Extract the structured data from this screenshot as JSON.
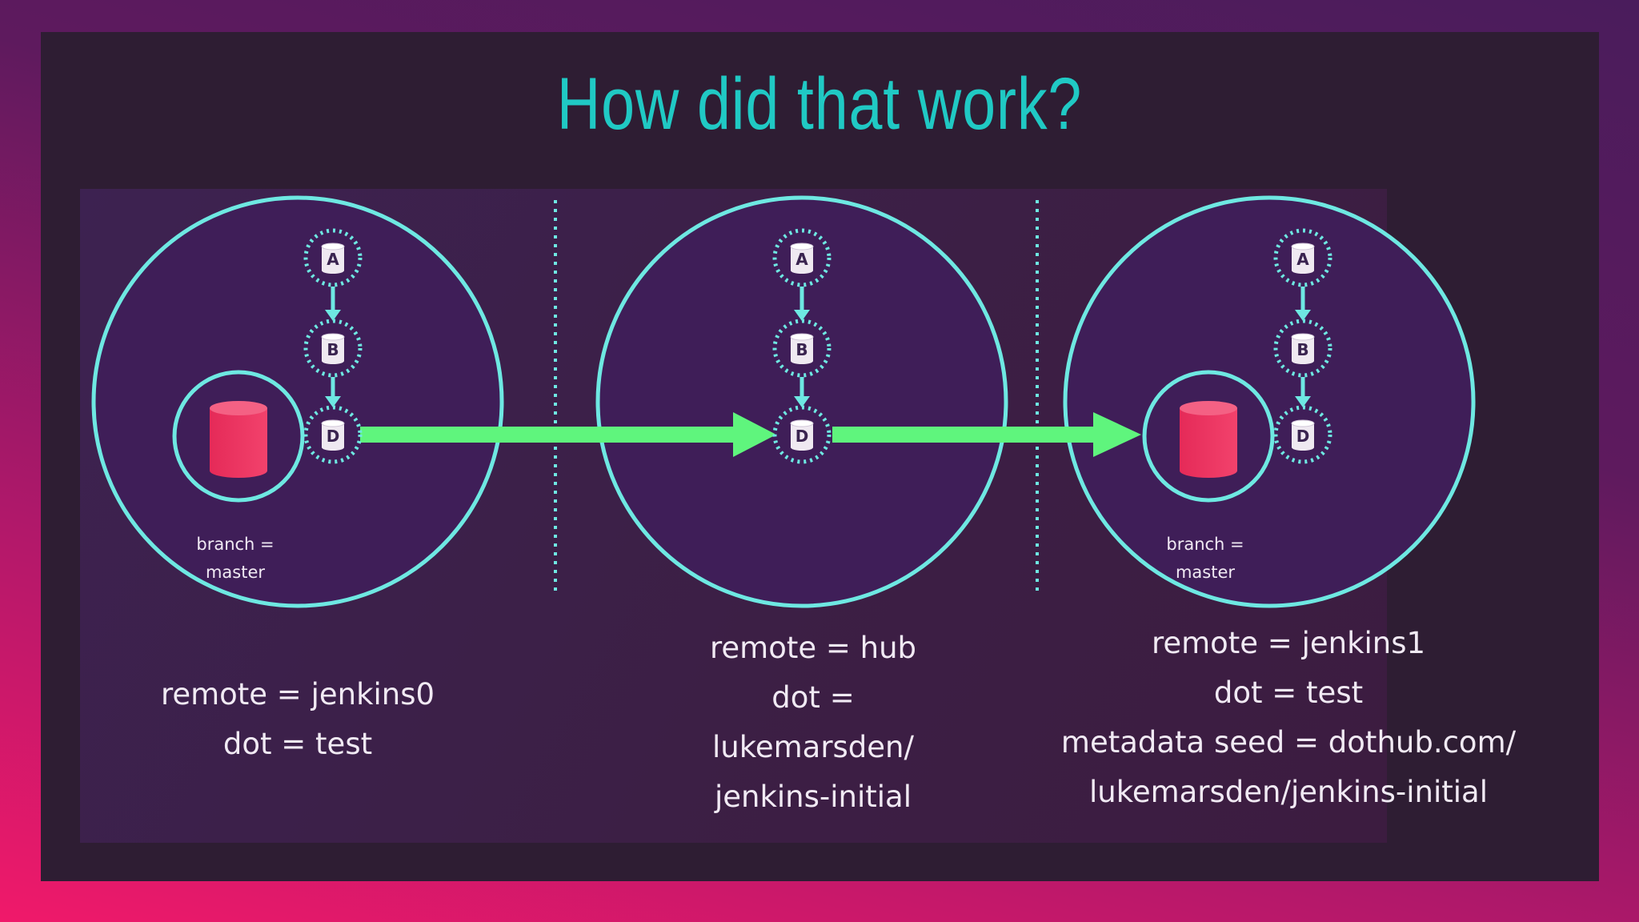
{
  "title": "How did that work?",
  "colors": {
    "background_top": "#4a1c5c",
    "background_bottom": "#f0196a",
    "slide": "#2e1d33",
    "title": "#20c9c4",
    "circle_outline": "#6ee8e2",
    "arrow": "#5ff57d",
    "database": "#ef2f5e",
    "text": "#f1eaf4"
  },
  "panels": [
    {
      "commits": [
        "A",
        "B",
        "D"
      ],
      "has_database": true,
      "branch_label_line1": "branch =",
      "branch_label_line2": "master",
      "lines": [
        "remote = jenkins0",
        "dot = test"
      ]
    },
    {
      "commits": [
        "A",
        "B",
        "D"
      ],
      "has_database": false,
      "lines": [
        "remote = hub",
        "dot =",
        "lukemarsden/",
        "jenkins-initial"
      ]
    },
    {
      "commits": [
        "A",
        "B",
        "D"
      ],
      "has_database": true,
      "branch_label_line1": "branch =",
      "branch_label_line2": "master",
      "lines": [
        "remote = jenkins1",
        "dot = test",
        "metadata seed = dothub.com/",
        "lukemarsden/jenkins-initial"
      ]
    }
  ]
}
